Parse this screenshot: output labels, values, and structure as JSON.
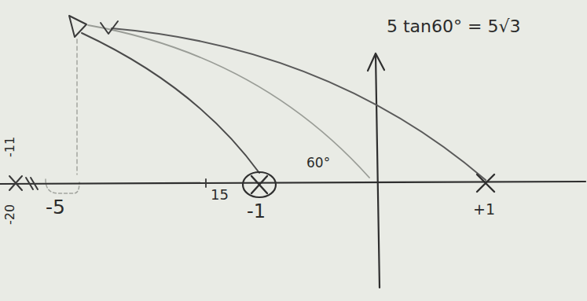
{
  "diagram": {
    "labels": [
      "5 tan60° = 5√3",
      "60°",
      "-1",
      "+1",
      "-5",
      "15",
      "-11",
      "-20"
    ]
  }
}
